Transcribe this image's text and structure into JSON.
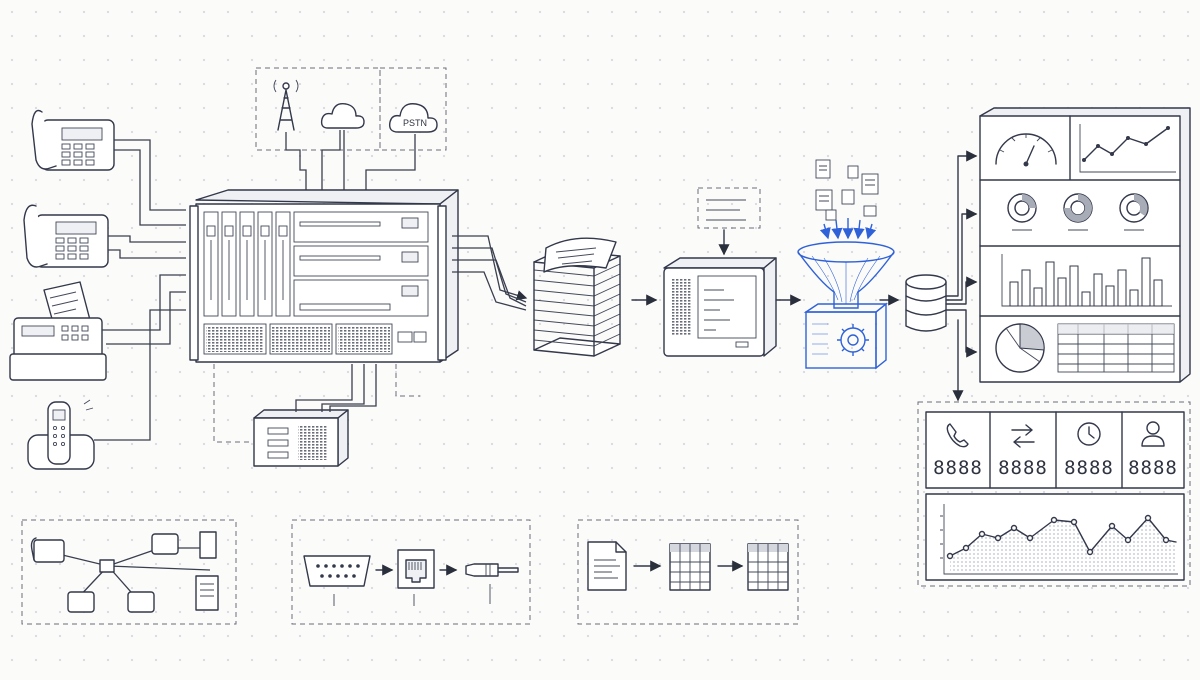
{
  "diagram": {
    "cloud_label": "PSTN",
    "kpi_panel": {
      "tiles": [
        {
          "icon": "phone-icon",
          "value": "8888"
        },
        {
          "icon": "transfer-arrows-icon",
          "value": "8888"
        },
        {
          "icon": "clock-icon",
          "value": "8888"
        },
        {
          "icon": "person-icon",
          "value": "8888"
        }
      ]
    },
    "colors": {
      "ink": "#33384a",
      "accent": "#2f62d8",
      "background": "#fbfbfa"
    }
  }
}
